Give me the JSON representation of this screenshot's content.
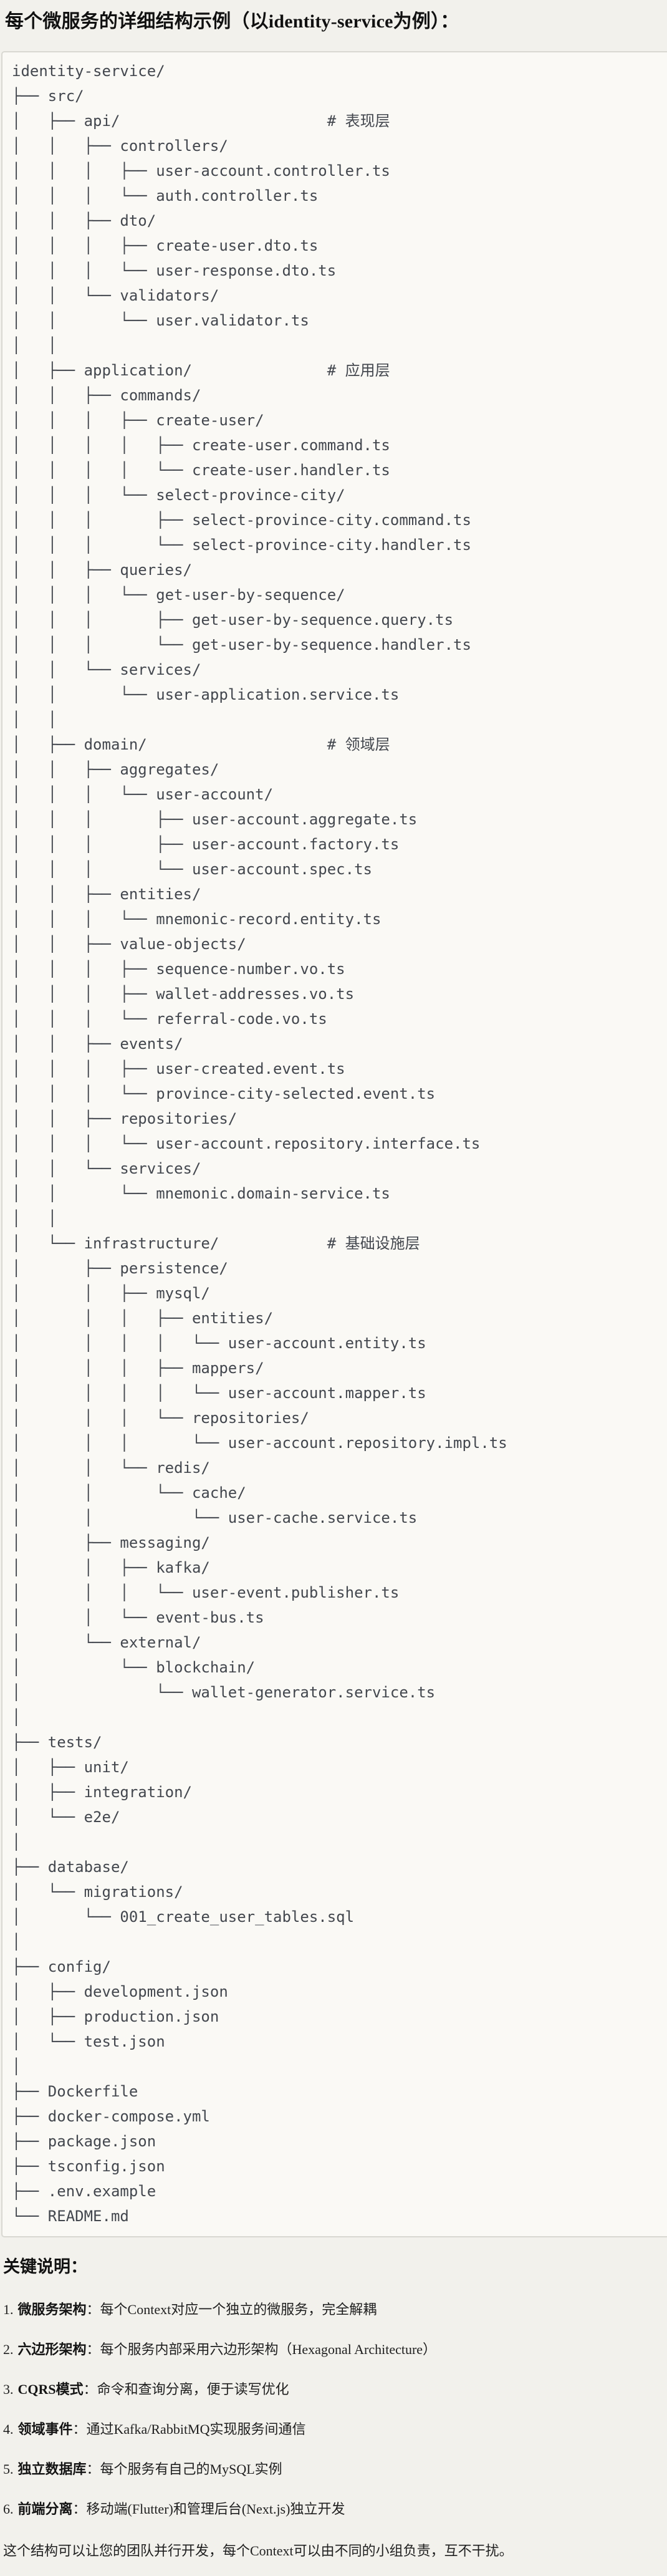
{
  "page": {
    "title": "每个微服务的详细结构示例（以identity-service为例）："
  },
  "tree": {
    "lines": [
      "identity-service/",
      "├── src/",
      "│   ├── api/                       # 表现层",
      "│   │   ├── controllers/",
      "│   │   │   ├── user-account.controller.ts",
      "│   │   │   └── auth.controller.ts",
      "│   │   ├── dto/",
      "│   │   │   ├── create-user.dto.ts",
      "│   │   │   └── user-response.dto.ts",
      "│   │   └── validators/",
      "│   │       └── user.validator.ts",
      "│   │",
      "│   ├── application/               # 应用层",
      "│   │   ├── commands/",
      "│   │   │   ├── create-user/",
      "│   │   │   │   ├── create-user.command.ts",
      "│   │   │   │   └── create-user.handler.ts",
      "│   │   │   └── select-province-city/",
      "│   │   │       ├── select-province-city.command.ts",
      "│   │   │       └── select-province-city.handler.ts",
      "│   │   ├── queries/",
      "│   │   │   └── get-user-by-sequence/",
      "│   │   │       ├── get-user-by-sequence.query.ts",
      "│   │   │       └── get-user-by-sequence.handler.ts",
      "│   │   └── services/",
      "│   │       └── user-application.service.ts",
      "│   │",
      "│   ├── domain/                    # 领域层",
      "│   │   ├── aggregates/",
      "│   │   │   └── user-account/",
      "│   │   │       ├── user-account.aggregate.ts",
      "│   │   │       ├── user-account.factory.ts",
      "│   │   │       └── user-account.spec.ts",
      "│   │   ├── entities/",
      "│   │   │   └── mnemonic-record.entity.ts",
      "│   │   ├── value-objects/",
      "│   │   │   ├── sequence-number.vo.ts",
      "│   │   │   ├── wallet-addresses.vo.ts",
      "│   │   │   └── referral-code.vo.ts",
      "│   │   ├── events/",
      "│   │   │   ├── user-created.event.ts",
      "│   │   │   └── province-city-selected.event.ts",
      "│   │   ├── repositories/",
      "│   │   │   └── user-account.repository.interface.ts",
      "│   │   └── services/",
      "│   │       └── mnemonic.domain-service.ts",
      "│   │",
      "│   └── infrastructure/            # 基础设施层",
      "│       ├── persistence/",
      "│       │   ├── mysql/",
      "│       │   │   ├── entities/",
      "│       │   │   │   └── user-account.entity.ts",
      "│       │   │   ├── mappers/",
      "│       │   │   │   └── user-account.mapper.ts",
      "│       │   │   └── repositories/",
      "│       │   │       └── user-account.repository.impl.ts",
      "│       │   └── redis/",
      "│       │       └── cache/",
      "│       │           └── user-cache.service.ts",
      "│       ├── messaging/",
      "│       │   ├── kafka/",
      "│       │   │   └── user-event.publisher.ts",
      "│       │   └── event-bus.ts",
      "│       └── external/",
      "│           └── blockchain/",
      "│               └── wallet-generator.service.ts",
      "│",
      "├── tests/",
      "│   ├── unit/",
      "│   ├── integration/",
      "│   └── e2e/",
      "│",
      "├── database/",
      "│   └── migrations/",
      "│       └── 001_create_user_tables.sql",
      "│",
      "├── config/",
      "│   ├── development.json",
      "│   ├── production.json",
      "│   └── test.json",
      "│",
      "├── Dockerfile",
      "├── docker-compose.yml",
      "├── package.json",
      "├── tsconfig.json",
      "├── .env.example",
      "└── README.md"
    ]
  },
  "notes": {
    "heading": "关键说明：",
    "items": [
      {
        "num": "1.",
        "label": "微服务架构",
        "sep": "：",
        "text": "每个Context对应一个独立的微服务，完全解耦"
      },
      {
        "num": "2.",
        "label": "六边形架构",
        "sep": "：",
        "text": "每个服务内部采用六边形架构（Hexagonal Architecture）"
      },
      {
        "num": "3.",
        "label": "CQRS模式",
        "sep": "：",
        "text": "命令和查询分离，便于读写优化"
      },
      {
        "num": "4.",
        "label": "领域事件",
        "sep": "：",
        "text": "通过Kafka/RabbitMQ实现服务间通信"
      },
      {
        "num": "5.",
        "label": "独立数据库",
        "sep": "：",
        "text": "每个服务有自己的MySQL实例"
      },
      {
        "num": "6.",
        "label": "前端分离",
        "sep": "：",
        "text": "移动端(Flutter)和管理后台(Next.js)独立开发"
      }
    ],
    "footer": "这个结构可以让您的团队并行开发，每个Context可以由不同的小组负责，互不干扰。"
  }
}
